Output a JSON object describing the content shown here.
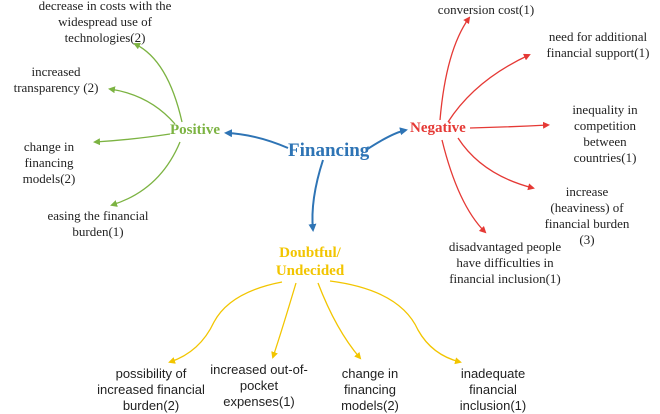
{
  "colors": {
    "center": "#2e74b5",
    "positive": "#7cb342",
    "negative": "#e53935",
    "doubtful": "#f2c500",
    "text": "#222222"
  },
  "center": {
    "label": "Financing"
  },
  "positive": {
    "label": "Positive",
    "items": [
      "decrease in costs with the widespread use of technologies(2)",
      "increased transparency (2)",
      "change in financing models(2)",
      "easing the financial burden(1)"
    ]
  },
  "negative": {
    "label": "Negative",
    "items": [
      "conversion cost(1)",
      "need for additional financial support(1)",
      "inequality in competition between countries(1)",
      "increase (heaviness) of financial burden (3)",
      "disadvantaged people have difficulties in financial inclusion(1)"
    ]
  },
  "doubtful": {
    "label": "Doubtful/ Undecided",
    "items": [
      "possibility of increased financial burden(2)",
      "increased out-of-pocket expenses(1)",
      "change in financing models(2)",
      "inadequate financial inclusion(1)"
    ]
  }
}
